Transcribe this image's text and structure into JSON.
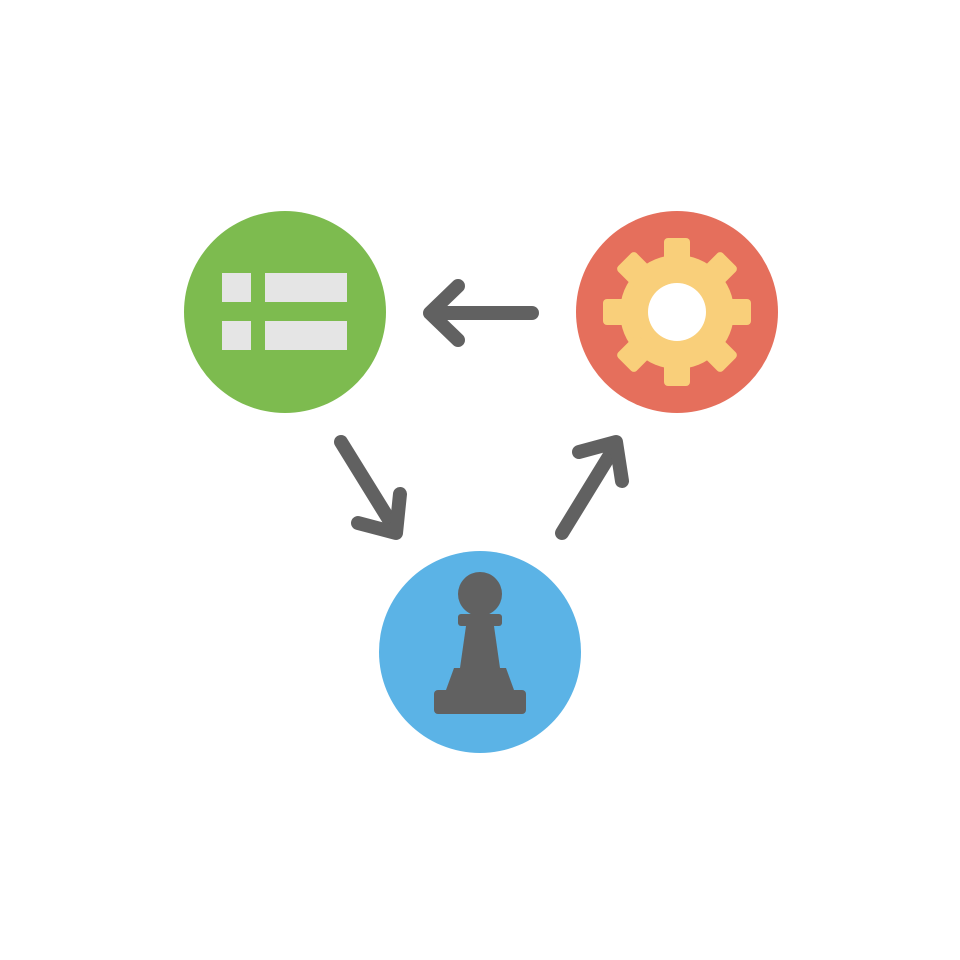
{
  "nodes": [
    {
      "id": "list",
      "icon": "list-icon",
      "circle_color": "#7dbb4f",
      "icon_color": "#e5e5e5"
    },
    {
      "id": "settings",
      "icon": "gear-icon",
      "circle_color": "#e56f5c",
      "icon_color": "#f9cf7a"
    },
    {
      "id": "strategy",
      "icon": "chess-pawn-icon",
      "circle_color": "#5bb3e6",
      "icon_color": "#616161"
    }
  ],
  "edges": [
    {
      "from": "settings",
      "to": "list"
    },
    {
      "from": "list",
      "to": "strategy"
    },
    {
      "from": "strategy",
      "to": "settings"
    }
  ],
  "arrow_color": "#616161",
  "background_color": "#ffffff"
}
